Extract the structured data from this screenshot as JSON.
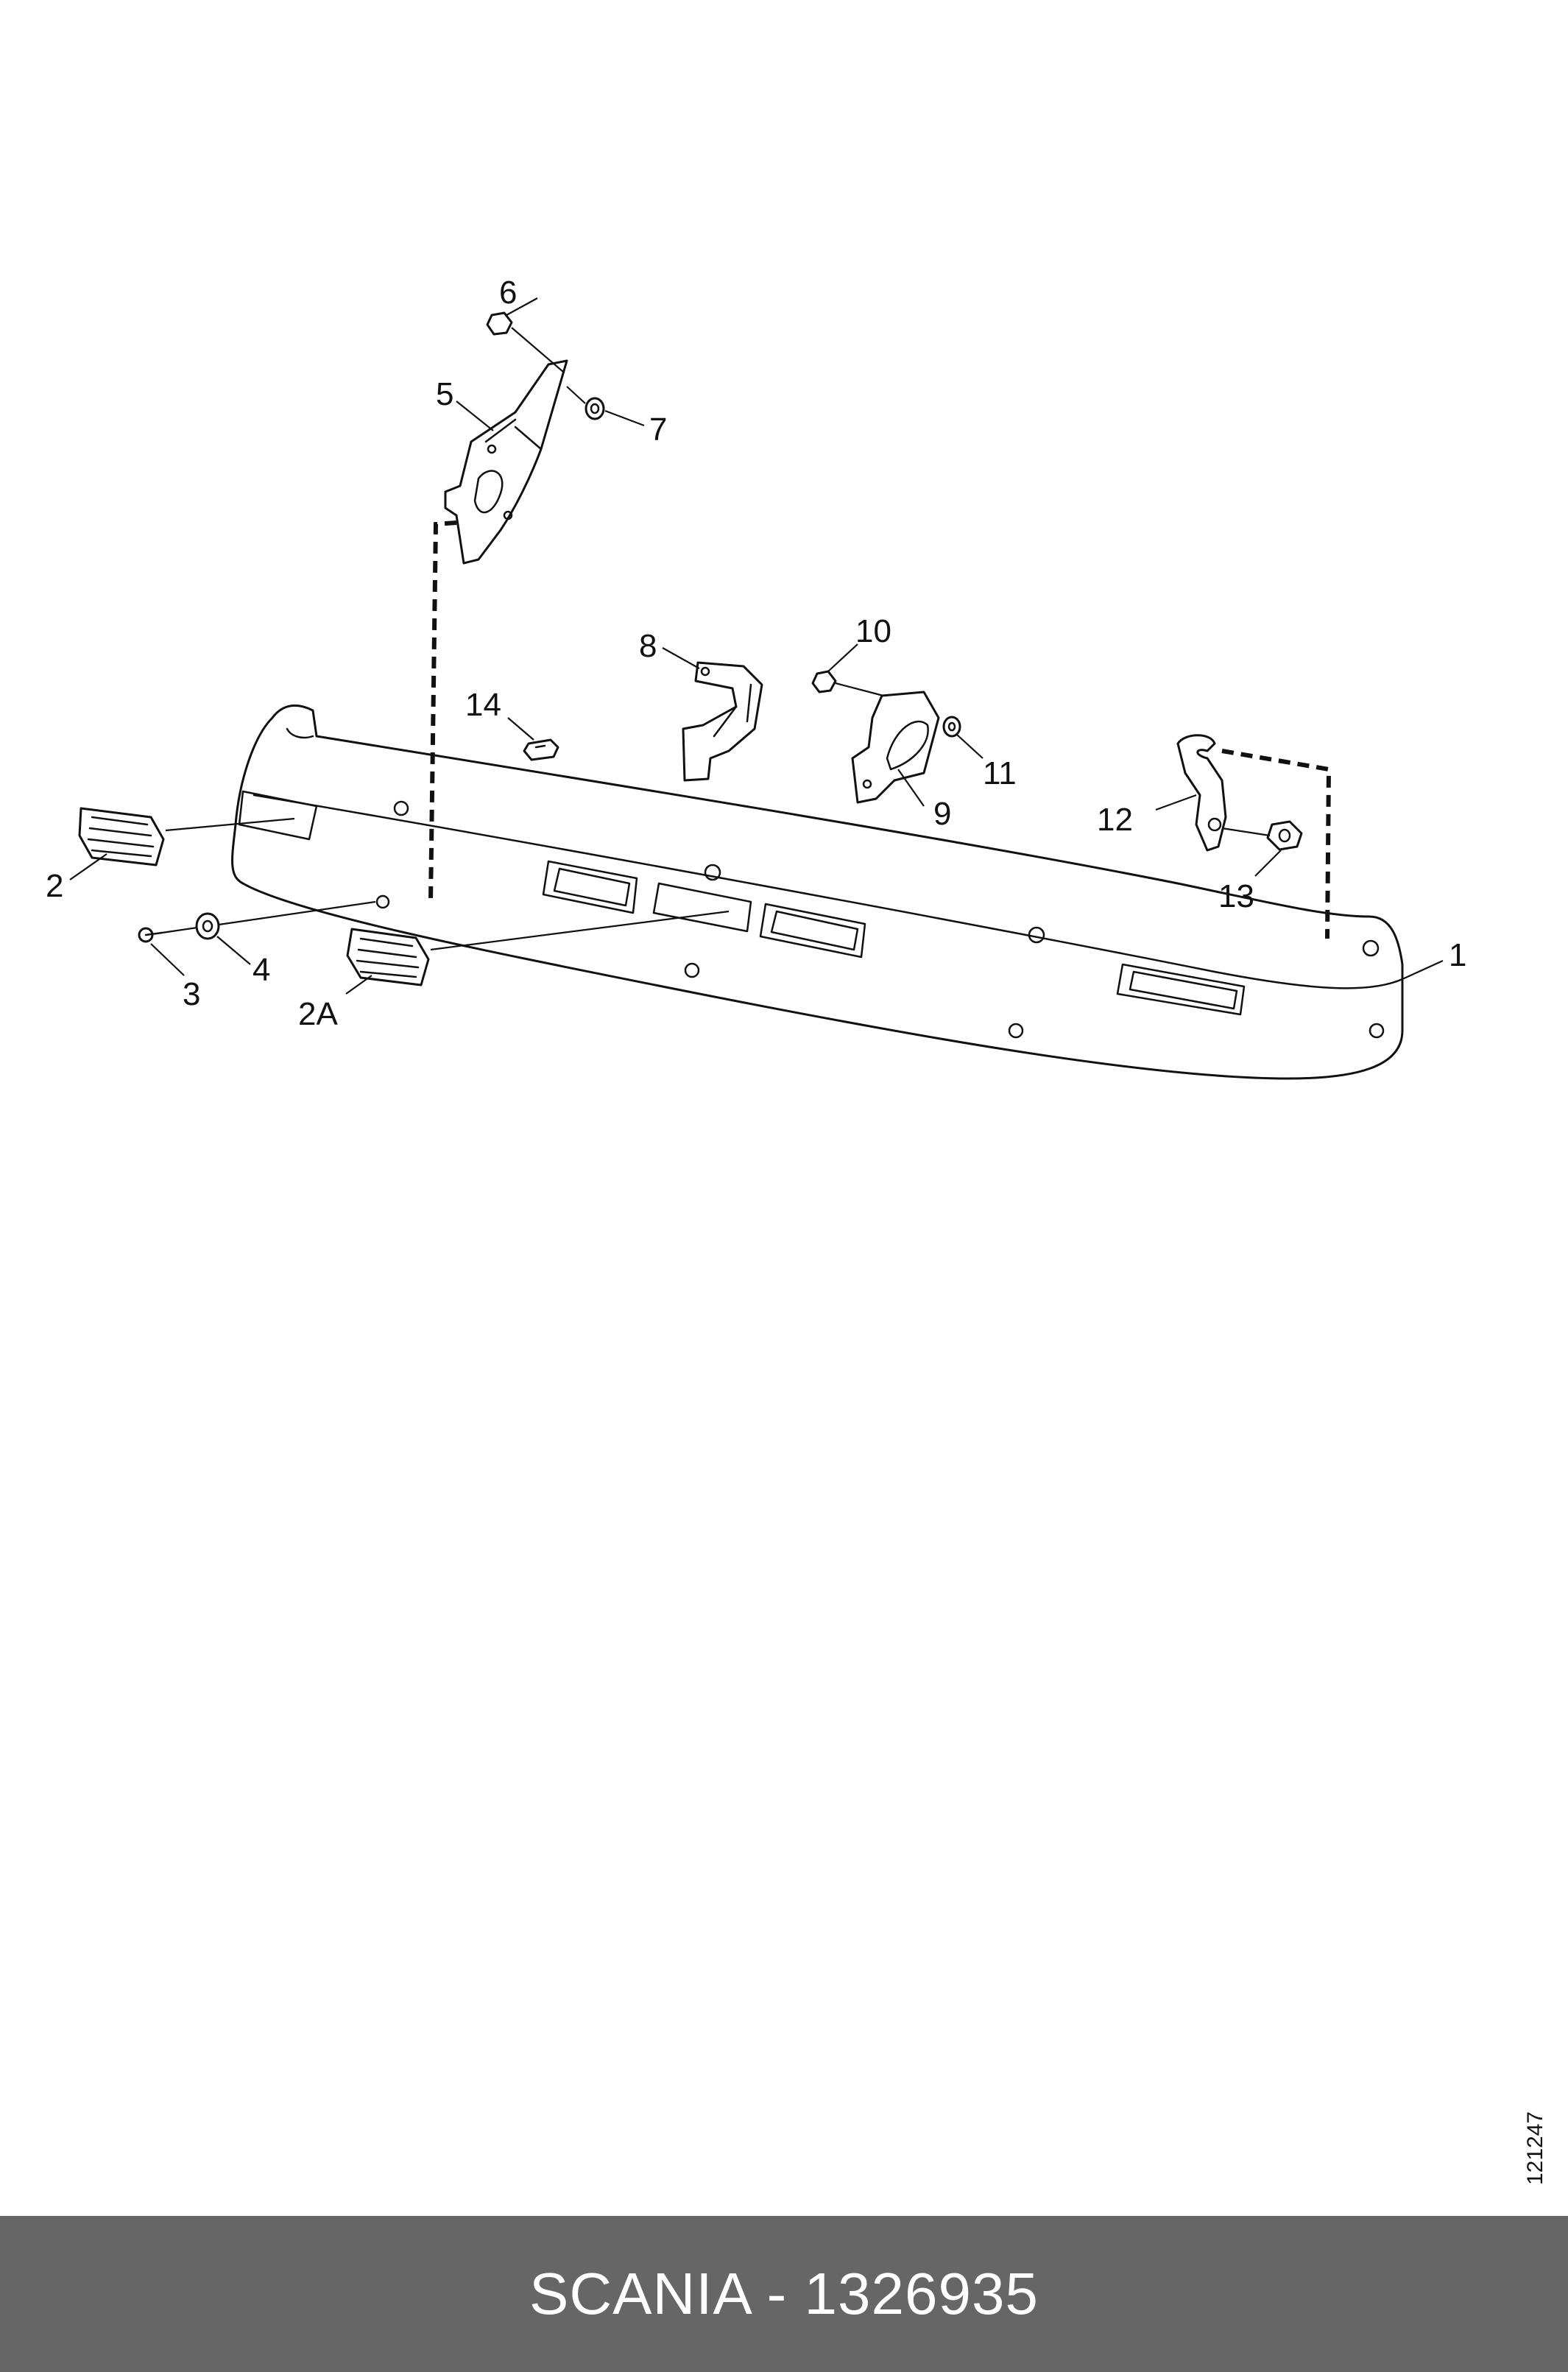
{
  "diagram": {
    "callouts": {
      "c1": "1",
      "c2": "2",
      "c2a": "2A",
      "c3": "3",
      "c4": "4",
      "c5": "5",
      "c6": "6",
      "c7": "7",
      "c8": "8",
      "c9": "9",
      "c10": "10",
      "c11": "11",
      "c12": "12",
      "c13": "13",
      "c14": "14"
    },
    "reference_code": "121247"
  },
  "footer": {
    "text": "SCANIA - 1326935",
    "background": "#666666",
    "text_color": "#ffffff"
  },
  "colors": {
    "line": "#111111",
    "background": "#ffffff"
  }
}
